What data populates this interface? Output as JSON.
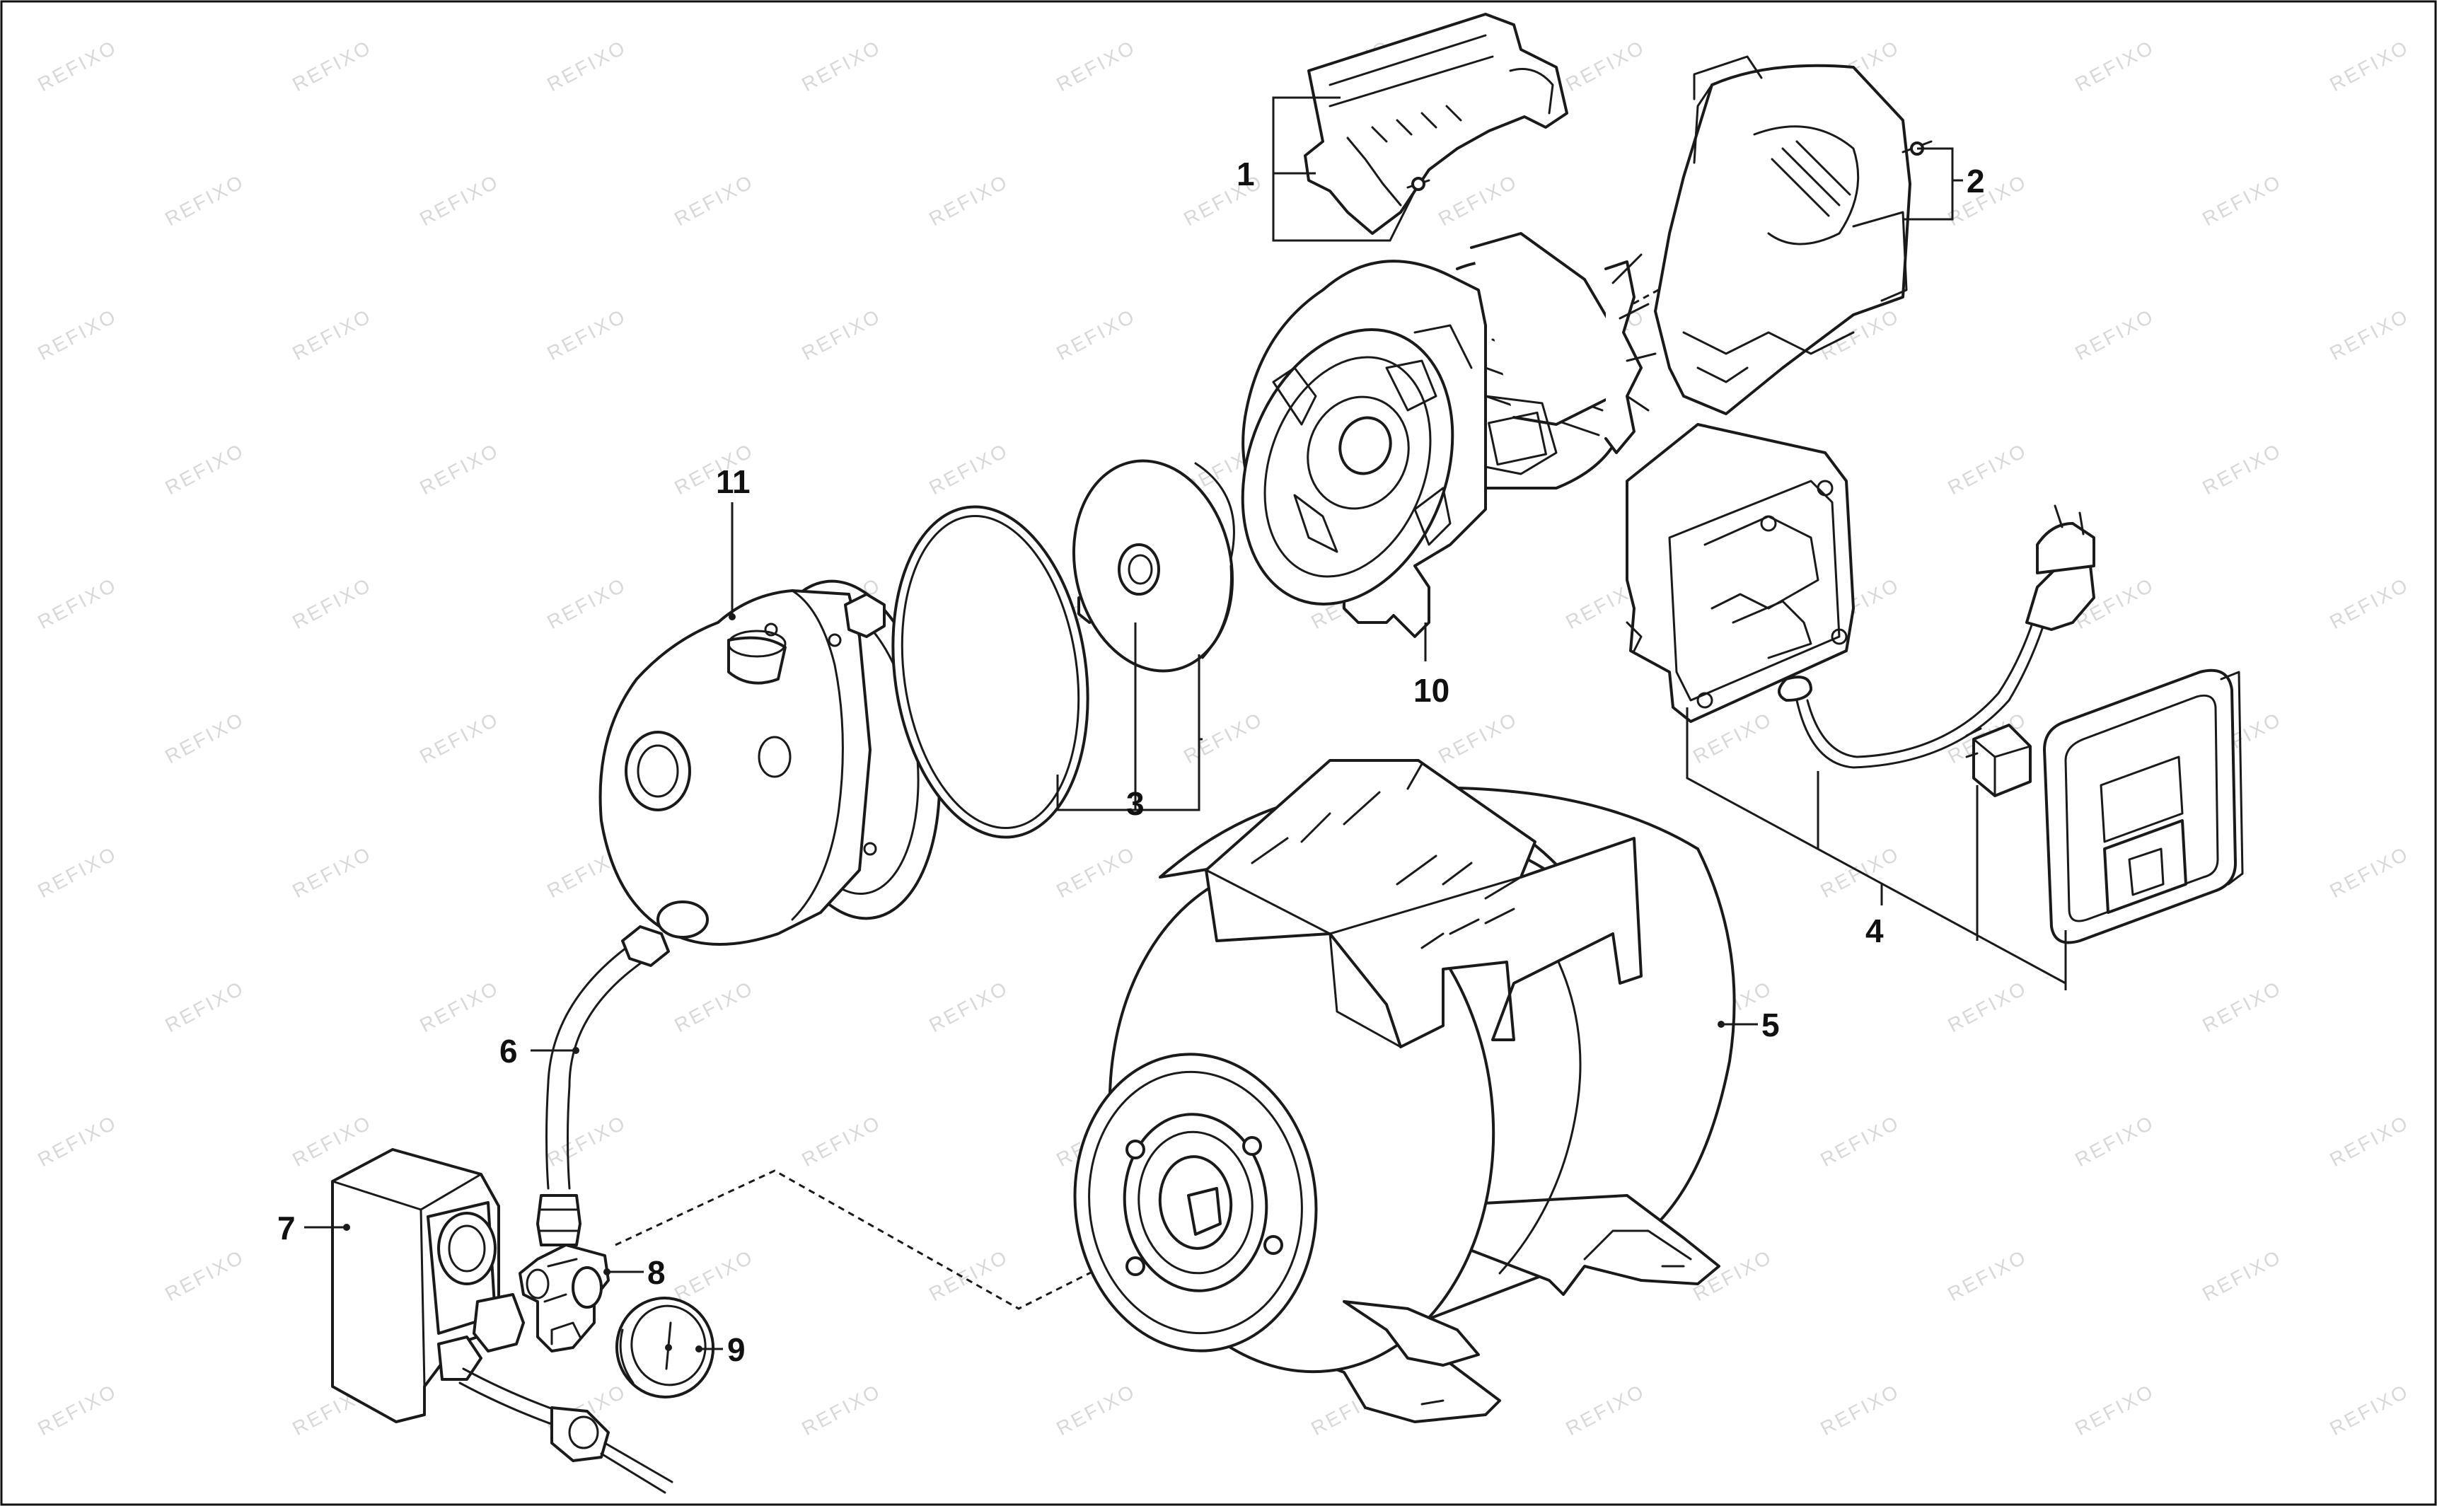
{
  "watermark": "REFIXO",
  "callouts": {
    "c1": "1",
    "c2": "2",
    "c3": "3",
    "c4": "4",
    "c5": "5",
    "c6": "6",
    "c7": "7",
    "c8": "8",
    "c9": "9",
    "c10": "10",
    "c11": "11"
  },
  "colors": {
    "line": "#1a1a1a",
    "background": "#ffffff",
    "watermark": "#d8d8d8"
  }
}
